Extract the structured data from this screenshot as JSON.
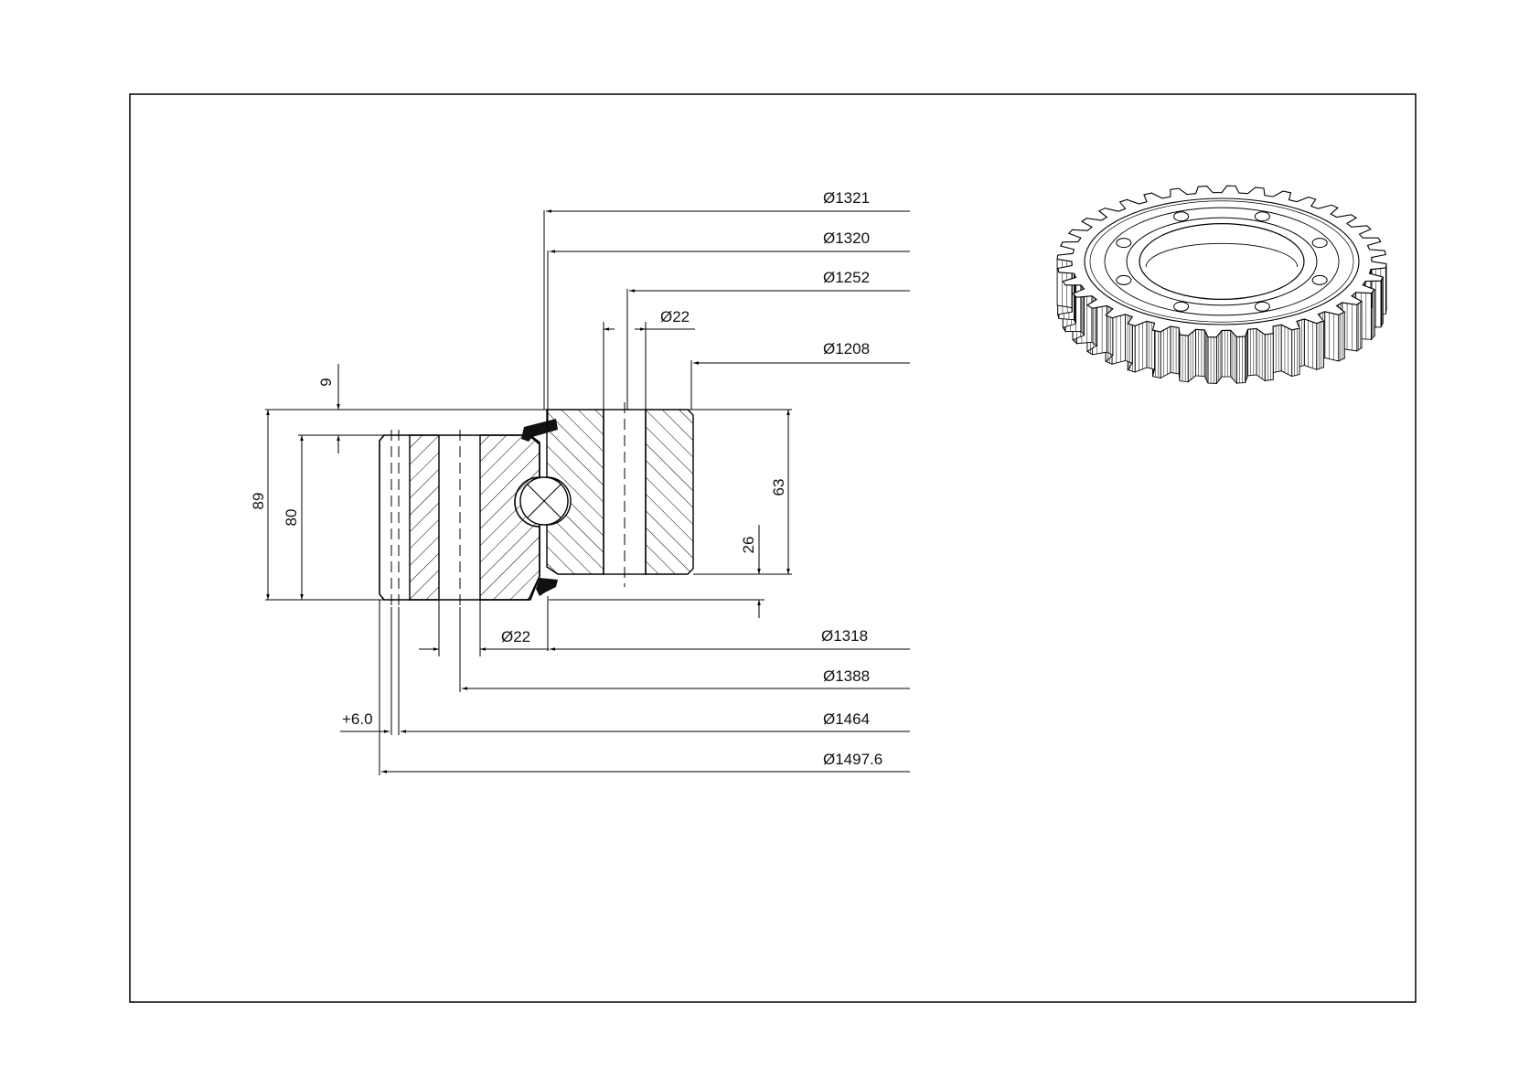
{
  "drawing": {
    "section_labels": {
      "height_total": "89",
      "height_outer": "80",
      "top_offset": "9",
      "height_inner": "63",
      "height_teeth": "26",
      "hole_top": "Ø22",
      "hole_bottom": "Ø22",
      "tolerance": "+6.0"
    },
    "diameters_top": [
      {
        "label": "Ø1321"
      },
      {
        "label": "Ø1320"
      },
      {
        "label": "Ø1252"
      },
      {
        "label": "Ø1208"
      }
    ],
    "diameters_bottom": [
      {
        "label": "Ø1318"
      },
      {
        "label": "Ø1388"
      },
      {
        "label": "Ø1464"
      },
      {
        "label": "Ø1497.6"
      }
    ],
    "gear": {
      "tooth_count": 36,
      "bolt_hole_count": 8
    },
    "colors": {
      "line": "#000000",
      "paper": "#ffffff"
    }
  }
}
